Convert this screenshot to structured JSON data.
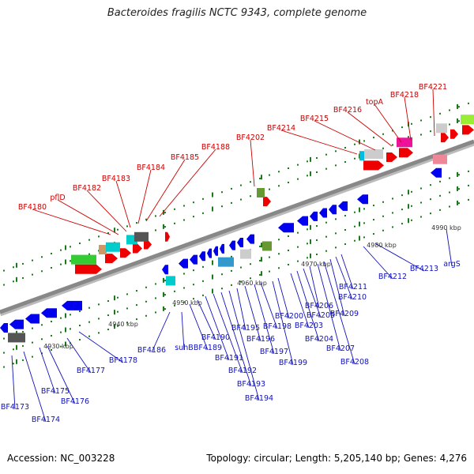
{
  "title": "Bacteroides fragilis NCTC 9343, complete genome",
  "footer": {
    "accession": "Accession: NC_003228",
    "summary": "Topology: circular; Length: 5,205,140 bp; Genes: 4,276"
  },
  "scale_labels": [
    "4930 kbp",
    "4940 kbp",
    "4950 kbp",
    "4960 kbp",
    "4970 kbp",
    "4980 kbp",
    "4990 kbp"
  ],
  "top_labels": [
    "BF4180",
    "pflD",
    "BF4182",
    "BF4183",
    "BF4184",
    "BF4185",
    "BF4188",
    "BF4202",
    "BF4214",
    "BF4215",
    "BF4216",
    "topA",
    "BF4218",
    "BF4221"
  ],
  "bottom_labels": [
    "BF4173",
    "BF4174",
    "BF4175",
    "BF4176",
    "BF4177",
    "BF4178",
    "BF4186",
    "suhB",
    "BF4189",
    "BF4190",
    "BF4191",
    "BF4192",
    "BF4193",
    "BF4194",
    "BF4195",
    "BF4196",
    "BF4197",
    "BF4198",
    "BF4199",
    "BF4200",
    "BF4203",
    "BF4204",
    "BF4205",
    "BF4206",
    "BF4207",
    "BF4208",
    "BF4209",
    "BF4210",
    "BF4211",
    "BF4212",
    "BF4213",
    "argS"
  ],
  "colors": {
    "forward_strand": "#ee0000",
    "reverse_strand": "#0000ee",
    "backbone": "#888888",
    "tick": "#1a7a1a",
    "top_label": "#cc0000",
    "bottom_label": "#1111bb"
  }
}
